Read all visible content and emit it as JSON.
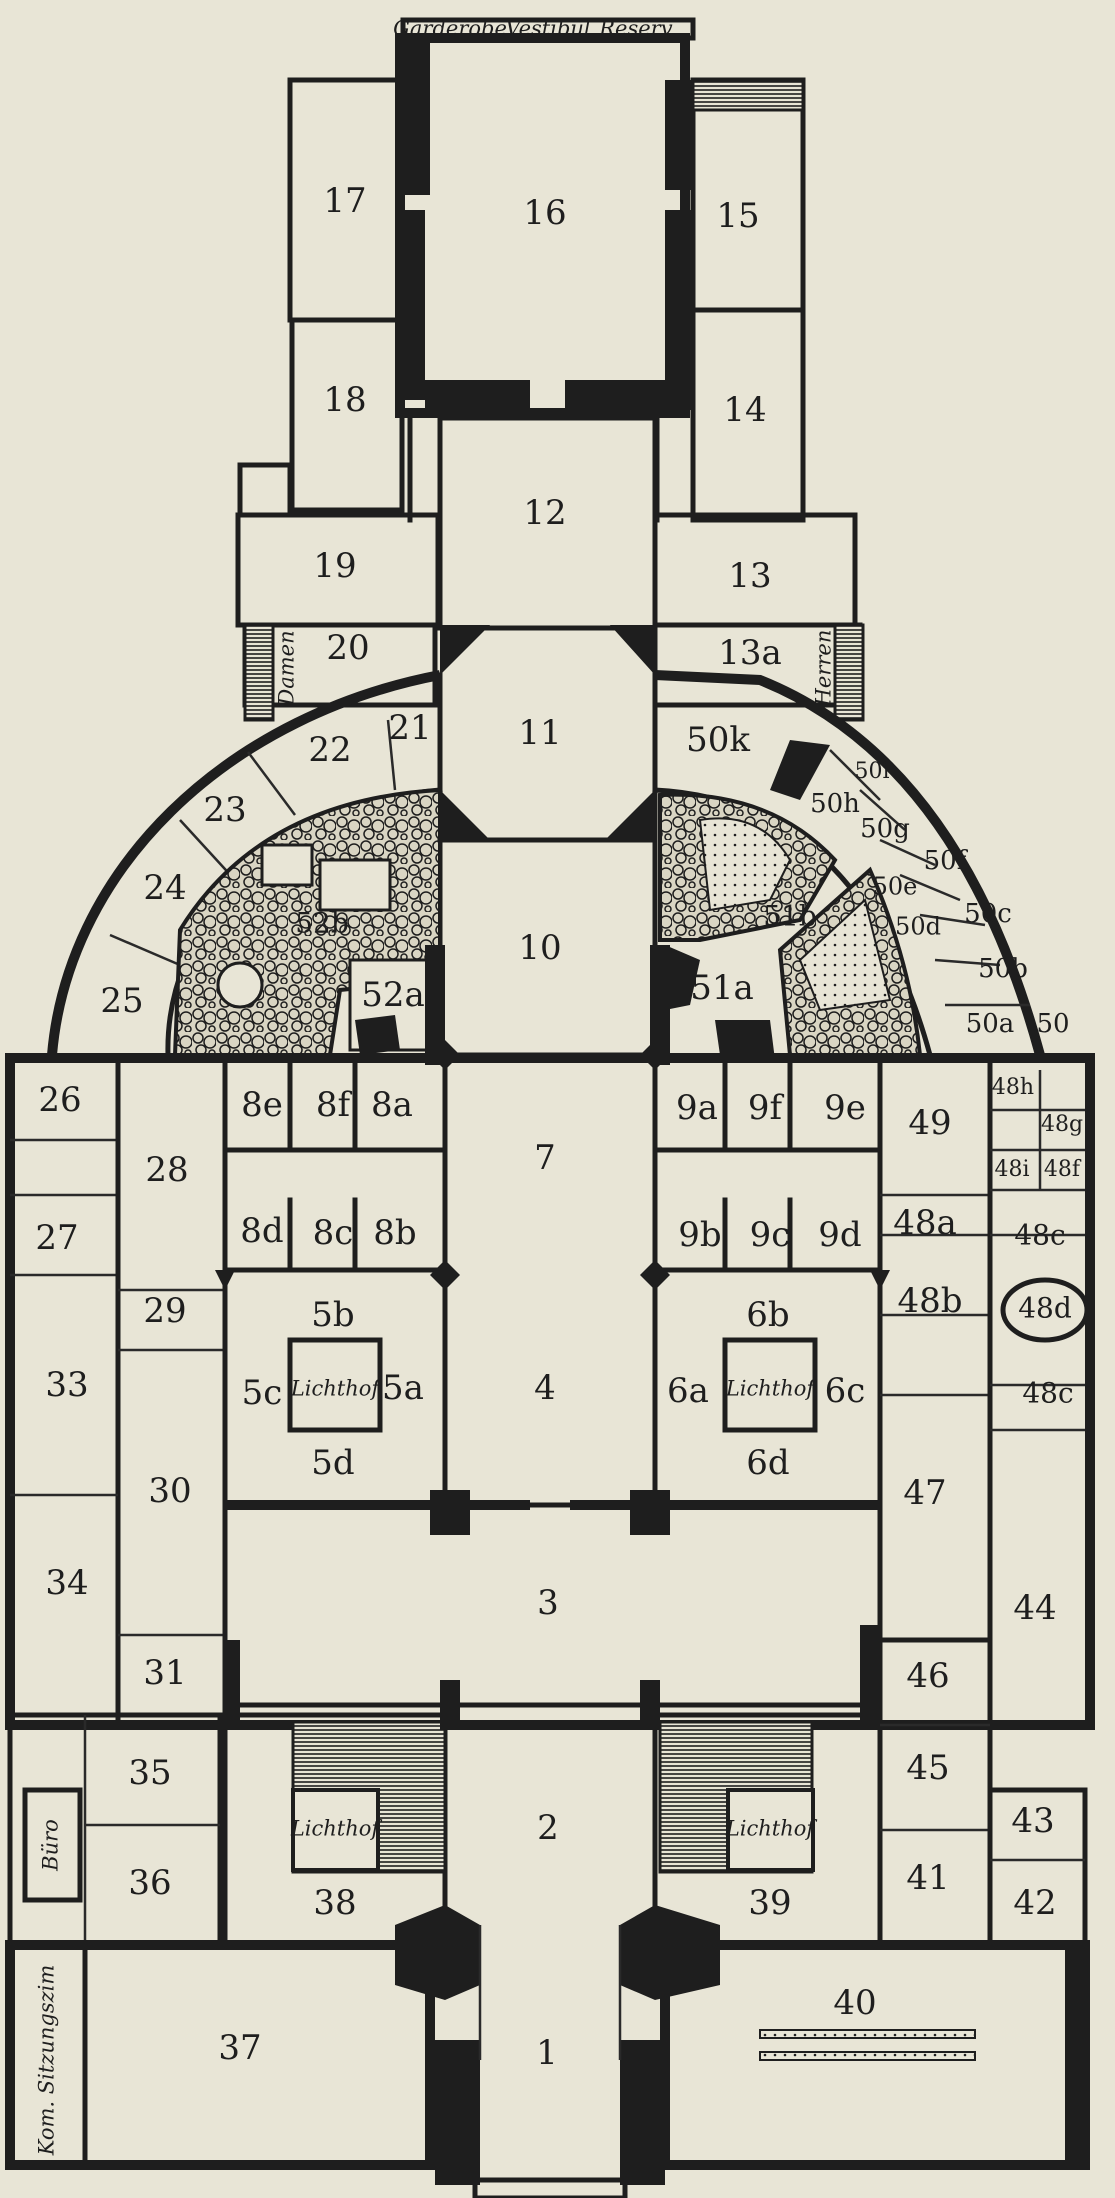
{
  "rooms": {
    "r1": "1",
    "r2": "2",
    "r3": "3",
    "r4": "4",
    "r7": "7",
    "r10": "10",
    "r11": "11",
    "r12": "12",
    "r13": "13",
    "r13a": "13a",
    "r14": "14",
    "r15": "15",
    "r16": "16",
    "r17": "17",
    "r18": "18",
    "r19": "19",
    "r20": "20",
    "r21": "21",
    "r22": "22",
    "r23": "23",
    "r24": "24",
    "r25": "25",
    "r26": "26",
    "r27": "27",
    "r28": "28",
    "r29": "29",
    "r30": "30",
    "r31": "31",
    "r33": "33",
    "r34": "34",
    "r35": "35",
    "r36": "36",
    "r37": "37",
    "r38": "38",
    "r39": "39",
    "r40": "40",
    "r41": "41",
    "r42": "42",
    "r43": "43",
    "r44": "44",
    "r45": "45",
    "r46": "46",
    "r47": "47",
    "r48a": "48a",
    "r48b": "48b",
    "r48c": "48c",
    "r48c2": "48c",
    "r48d": "48d",
    "r48f": "48f",
    "r48g": "48g",
    "r48h": "48h",
    "r48i": "48i",
    "r49": "49",
    "r50": "50",
    "r50a": "50a",
    "r50b": "50b",
    "r50c": "50c",
    "r50d": "50d",
    "r50e": "50e",
    "r50f": "50f",
    "r50g": "50g",
    "r50h": "50h",
    "r50i": "50i",
    "r50k": "50k",
    "r51a": "51a",
    "r51b": "51b",
    "r52a": "52a",
    "r52b": "52b",
    "r5a": "5a",
    "r5b": "5b",
    "r5c": "5c",
    "r5d": "5d",
    "r6a": "6a",
    "r6b": "6b",
    "r6c": "6c",
    "r6d": "6d",
    "r8a": "8a",
    "r8b": "8b",
    "r8c": "8c",
    "r8d": "8d",
    "r8e": "8e",
    "r8f": "8f",
    "r9a": "9a",
    "r9b": "9b",
    "r9c": "9c",
    "r9d": "9d",
    "r9e": "9e",
    "r9f": "9f"
  },
  "annotations": {
    "garderobe": "Garderobe",
    "vestibul": "Vestibul",
    "reserve": "Reserv.",
    "damen": "Damen",
    "herren": "Herren",
    "lichthof_5": "Lichthof",
    "lichthof_6": "Lichthof",
    "lichthof_38": "Lichthof",
    "lichthof_39": "Lichthof",
    "buero": "Büro",
    "sitzungszimmer": "Kom. Sitzungszim"
  },
  "colors": {
    "paper": "#e8e5d6",
    "ink": "#1e1e1e"
  }
}
